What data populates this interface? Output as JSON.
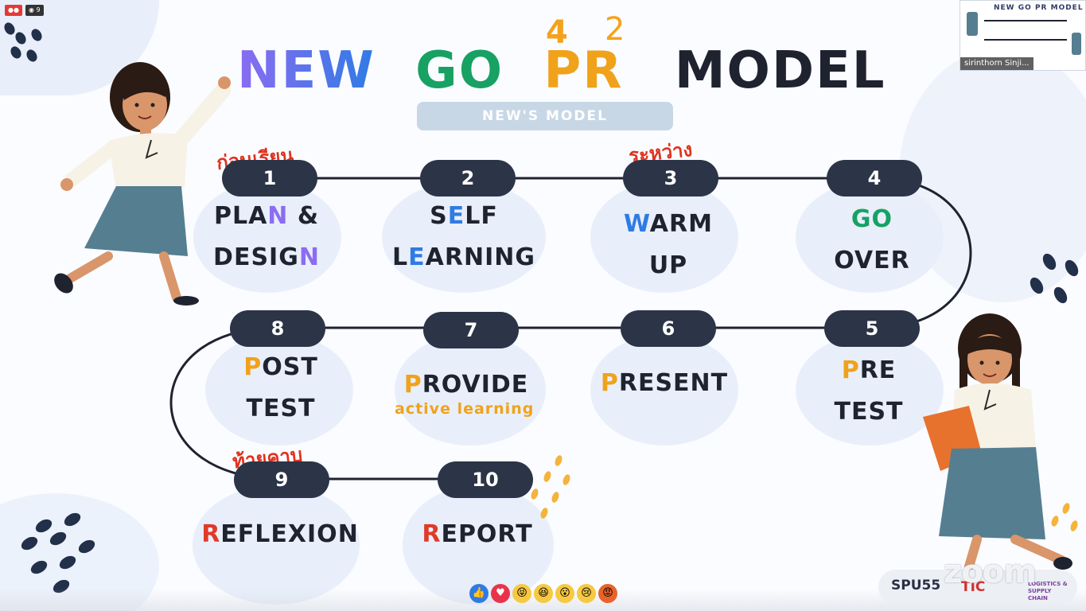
{
  "window": {
    "recording_badge": "●●",
    "viewer_count": "9"
  },
  "title": {
    "word1": "NEW",
    "word2": "GO",
    "word3": "PR",
    "sup1": "4",
    "sup2": "2",
    "word4": "MODEL"
  },
  "subtitle": "NEW'S MODEL",
  "annotations": {
    "before_class": "ก่อนเรียน",
    "break_time": "ระหว่าง",
    "end_class": "ท้ายคาบ"
  },
  "steps": [
    {
      "number": "1",
      "line1_a": "PLA",
      "line1_b": "N",
      "line1_c": " &",
      "line2_a": "DESIG",
      "line2_b": "N"
    },
    {
      "number": "2",
      "line1_a": "S",
      "line1_b": "E",
      "line1_c": "LF",
      "line2_a": "L",
      "line2_b": "E",
      "line2_c": "ARNING"
    },
    {
      "number": "3",
      "line1_a": "W",
      "line1_b": "ARM",
      "line2": "UP"
    },
    {
      "number": "4",
      "line1": "GO",
      "line2": "OVER"
    },
    {
      "number": "5",
      "line1_a": "P",
      "line1_b": "RE",
      "line2": "TEST"
    },
    {
      "number": "6",
      "line1_a": "P",
      "line1_b": "RESENT"
    },
    {
      "number": "7",
      "line1_a": "P",
      "line1_b": "ROVIDE",
      "note": "active learning"
    },
    {
      "number": "8",
      "line1_a": "P",
      "line1_b": "OST",
      "line2": "TEST"
    },
    {
      "number": "9",
      "line1_a": "R",
      "line1_b": "EFLEXION"
    },
    {
      "number": "10",
      "line1_a": "R",
      "line1_b": "EPORT"
    }
  ],
  "video_thumbnail": {
    "participant_name": "sirinthorn Sinji..."
  },
  "reactions": [
    "thumbs-up",
    "heart",
    "laughing",
    "joy",
    "surprised",
    "sad",
    "angry"
  ],
  "footer": {
    "zoom_label": "zoom",
    "logo1": "SPU55",
    "logo2": "TIC",
    "logo3": "LOGISTICS & SUPPLY CHAIN"
  },
  "colors": {
    "pill": "#2c3447",
    "purple": "#8b6cf2",
    "blue": "#2f7be4",
    "green": "#17a163",
    "orange": "#f0a21b",
    "red": "#e03a2a",
    "navy_text": "#1f2330"
  }
}
